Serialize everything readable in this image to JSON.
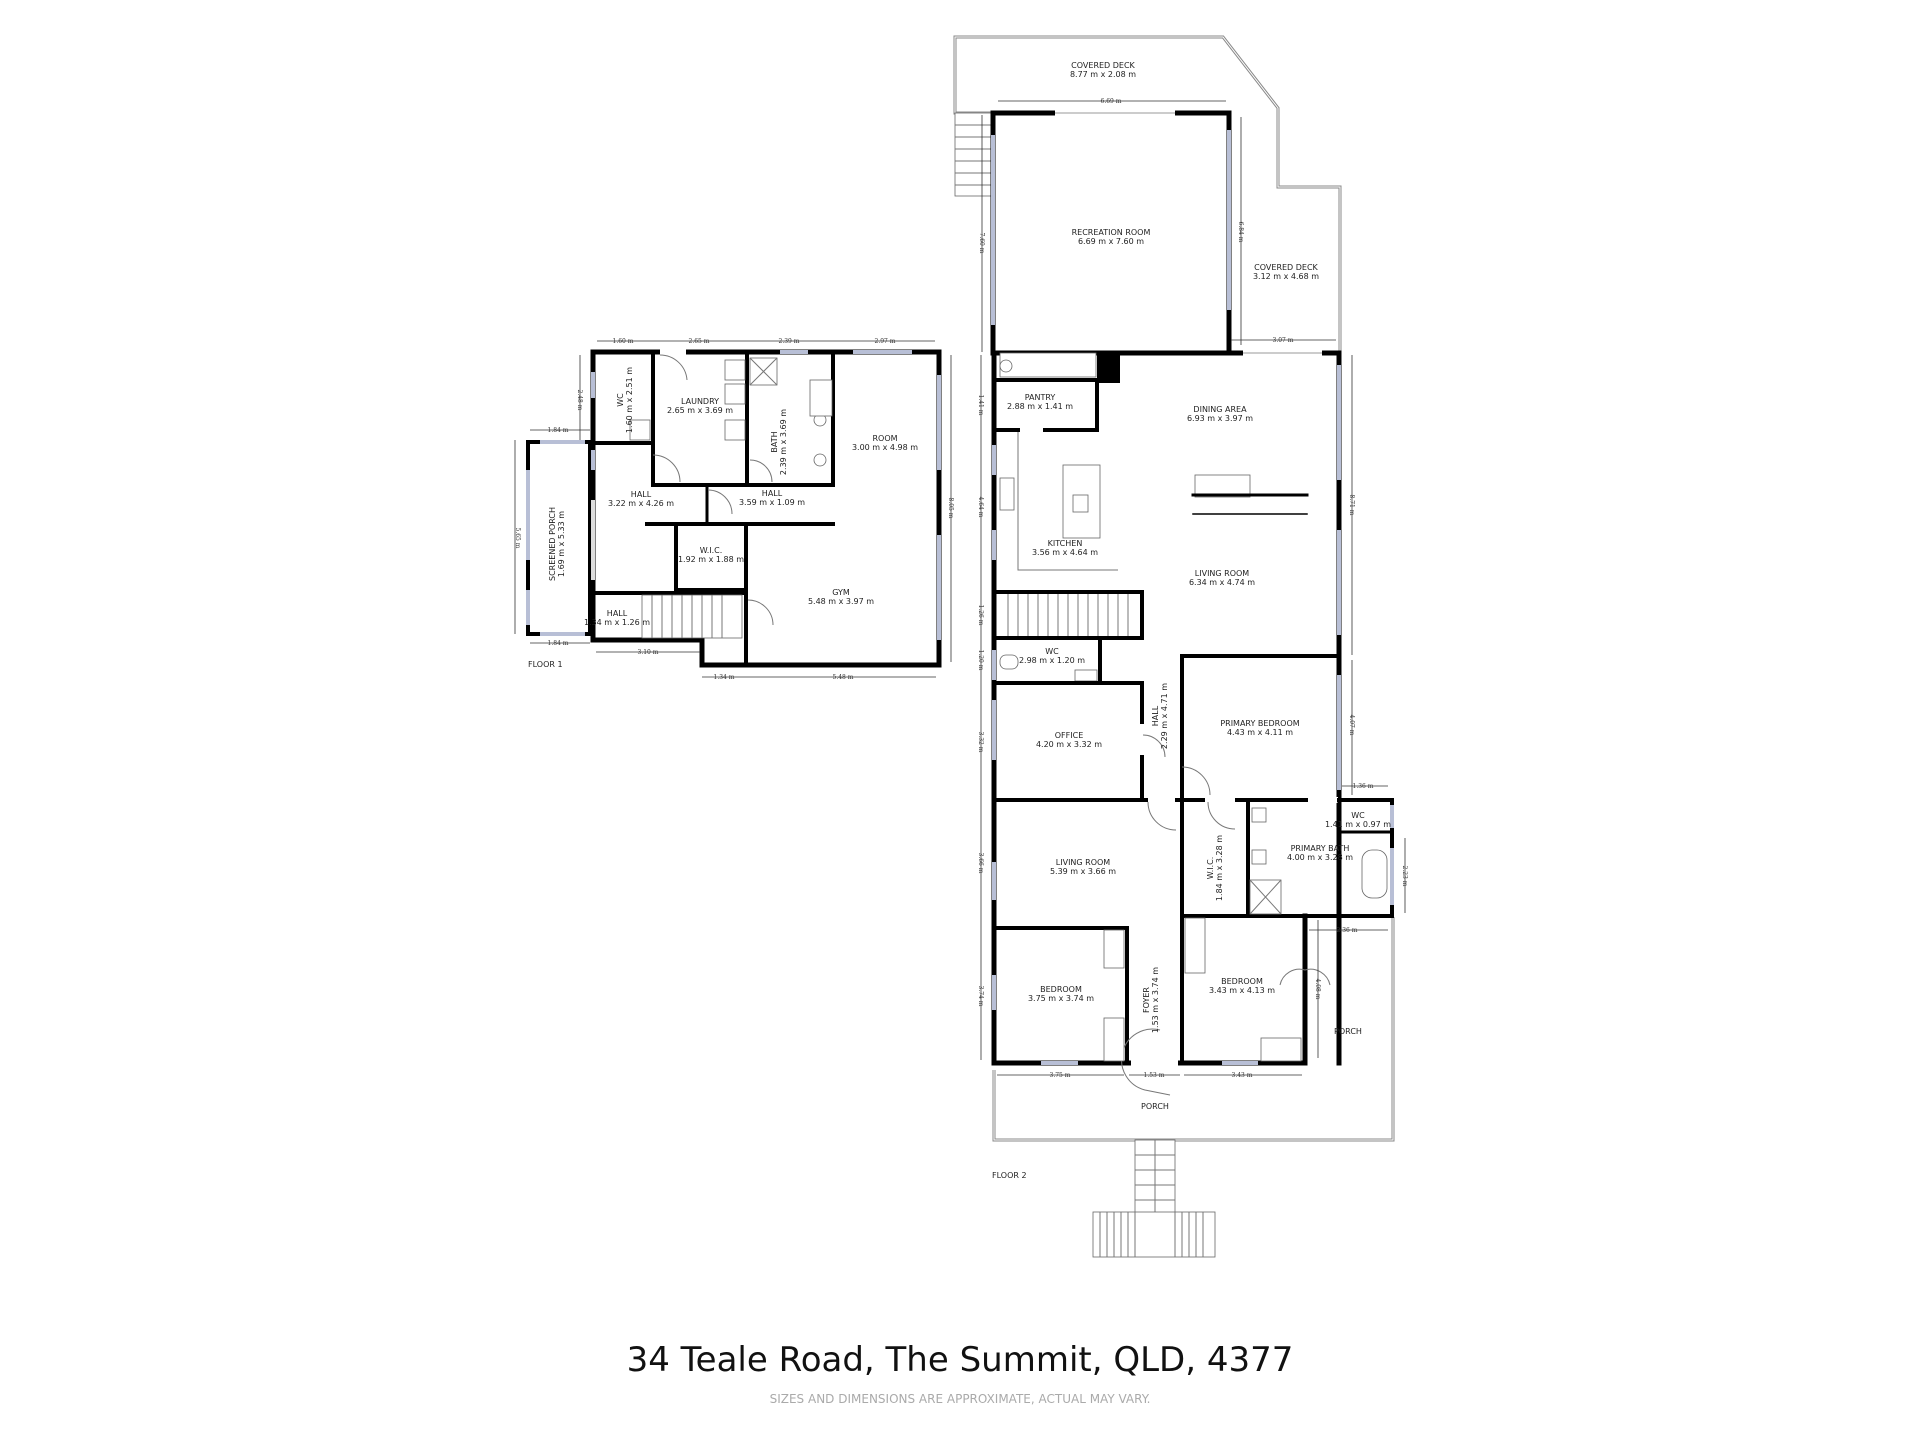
{
  "title": "34 Teale Road, The Summit, QLD, 4377",
  "disclaimer": "SIZES AND DIMENSIONS ARE APPROXIMATE, ACTUAL MAY VARY.",
  "floor1": {
    "label": "FLOOR 1",
    "rooms": {
      "wc": {
        "name": "WC",
        "size": "1.60 m x 2.51 m"
      },
      "laundry": {
        "name": "LAUNDRY",
        "size": "2.65 m x 3.69 m"
      },
      "bath": {
        "name": "BATH",
        "size": "2.39 m x 3.69 m"
      },
      "room": {
        "name": "ROOM",
        "size": "3.00 m x 4.98 m"
      },
      "hall_main": {
        "name": "HALL",
        "size": "3.22 m x 4.26 m"
      },
      "hall_upper": {
        "name": "HALL",
        "size": "3.59 m x 1.09 m"
      },
      "wic": {
        "name": "W.I.C.",
        "size": "1.92 m x 1.88 m"
      },
      "screened_porch": {
        "name": "SCREENED PORCH",
        "size": "1.69 m x 5.33 m"
      },
      "hall_lower": {
        "name": "HALL",
        "size": "1.34 m x 1.26 m"
      },
      "gym": {
        "name": "GYM",
        "size": "5.48 m x 3.97 m"
      }
    },
    "dims": [
      "1.60 m",
      "2.65 m",
      "2.39 m",
      "2.97 m",
      "2.48 m",
      "1.84 m",
      "5.65 m",
      "1.84 m",
      "3.10 m",
      "1.34 m",
      "5.48 m",
      "8.05 m"
    ]
  },
  "floor2": {
    "label": "FLOOR 2",
    "rooms": {
      "deck_top": {
        "name": "COVERED DECK",
        "size": "8.77 m x 2.08 m"
      },
      "recreation": {
        "name": "RECREATION ROOM",
        "size": "6.69 m x 7.60 m"
      },
      "deck_right": {
        "name": "COVERED DECK",
        "size": "3.12 m x 4.68 m"
      },
      "pantry": {
        "name": "PANTRY",
        "size": "2.88 m x 1.41 m"
      },
      "dining": {
        "name": "DINING AREA",
        "size": "6.93 m x 3.97 m"
      },
      "kitchen": {
        "name": "KITCHEN",
        "size": "3.56 m x 4.64 m"
      },
      "living": {
        "name": "LIVING ROOM",
        "size": "6.34 m x 4.74 m"
      },
      "wc": {
        "name": "WC",
        "size": "2.98 m x 1.20 m"
      },
      "office": {
        "name": "OFFICE",
        "size": "4.20 m x 3.32 m"
      },
      "hall": {
        "name": "HALL",
        "size": "2.29 m x 4.71 m"
      },
      "primary_bedroom": {
        "name": "PRIMARY BEDROOM",
        "size": "4.43 m x 4.11 m"
      },
      "wc_small": {
        "name": "WC",
        "size": "1.41 m x 0.97 m"
      },
      "primary_bath": {
        "name": "PRIMARY BATH",
        "size": "4.00 m x 3.28 m"
      },
      "wic": {
        "name": "W.I.C.",
        "size": "1.84 m x 3.28 m"
      },
      "living2": {
        "name": "LIVING ROOM",
        "size": "5.39 m x 3.66 m"
      },
      "bedroom_left": {
        "name": "BEDROOM",
        "size": "3.75 m x 3.74 m"
      },
      "foyer": {
        "name": "FOYER",
        "size": "1.53 m x 3.74 m"
      },
      "bedroom_right": {
        "name": "BEDROOM",
        "size": "3.43 m x 4.13 m"
      },
      "porch_right": {
        "name": "PORCH"
      },
      "porch_front": {
        "name": "PORCH"
      }
    },
    "dims": [
      "6.69 m",
      "7.60 m",
      "6.84 m",
      "3.07 m",
      "1.41 m",
      "4.64 m",
      "1.26 m",
      "1.20 m",
      "8.71 m",
      "3.32 m",
      "4.07 m",
      "1.36 m",
      "3.66 m",
      "2.36 m",
      "2.23 m",
      "3.74 m",
      "4.08 m",
      "3.75 m",
      "1.53 m",
      "3.43 m"
    ]
  }
}
